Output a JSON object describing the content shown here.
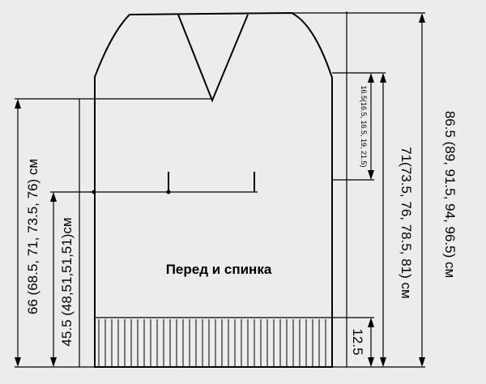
{
  "title": "Перед и спинка",
  "dimensions": {
    "total_length": "86.5 (89, 91.5, 94, 96.5) см",
    "length_to_shoulder": "71(73.5, 76, 78.5, 81) см",
    "armhole_depth": "16.5(16.5, 16.5, 19, 21.5)",
    "ribbing_height": "12.5",
    "left_outer": "66 (68.5, 71, 73.5, 76) см",
    "left_inner": "45.5 (48,51,51,51)см"
  },
  "colors": {
    "line": "#000000",
    "background": "#ececec"
  }
}
